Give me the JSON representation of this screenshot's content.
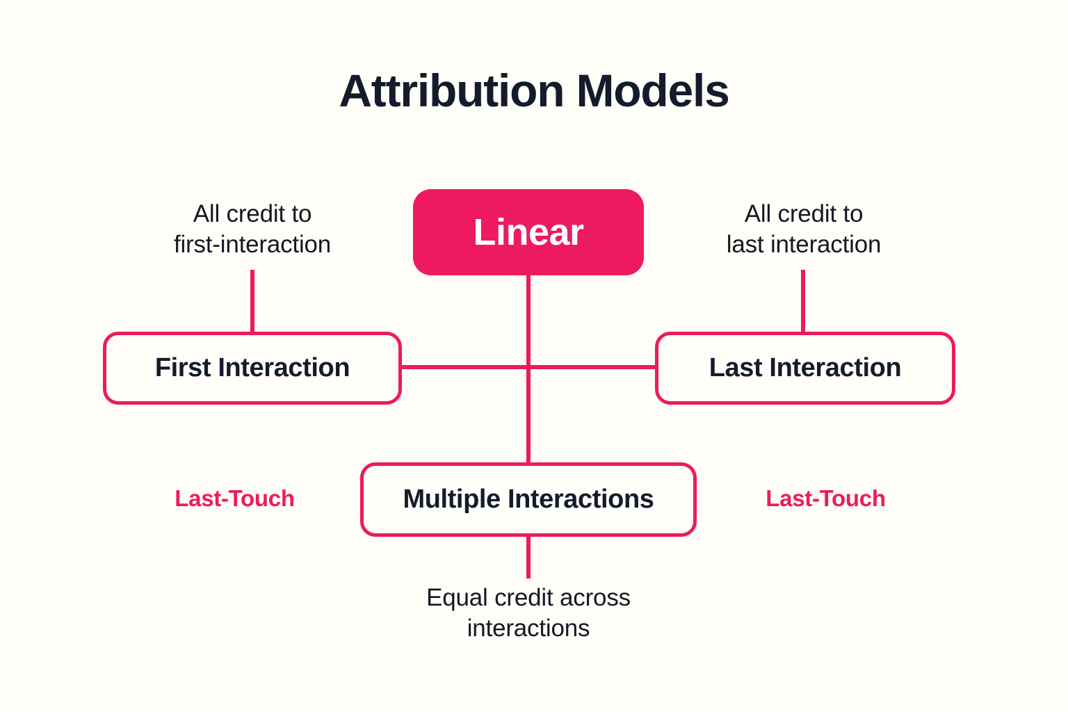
{
  "page": {
    "title": "Attribution Models",
    "background_color": "#FFFEF8",
    "accent_color": "#ED1A60",
    "text_color": "#141B2B"
  },
  "diagram": {
    "type": "mind-map",
    "center_node": {
      "label": "Linear",
      "style": "filled",
      "fill": "#ED1A60",
      "text_color": "#FFFFFF"
    },
    "nodes": [
      {
        "id": "first-interaction",
        "label": "First Interaction",
        "style": "outlined",
        "caption": "All credit to\nfirst-interaction",
        "caption_line_1": "All credit to",
        "caption_line_2": "first-interaction",
        "tag": "Last-Touch"
      },
      {
        "id": "last-interaction",
        "label": "Last Interaction",
        "style": "outlined",
        "caption_line_1": "All credit to",
        "caption_line_2": "last interaction",
        "tag": "Last-Touch"
      },
      {
        "id": "multiple-interactions",
        "label": "Multiple Interactions",
        "style": "outlined",
        "caption_line_1": "Equal credit across",
        "caption_line_2": "interactions"
      }
    ]
  }
}
